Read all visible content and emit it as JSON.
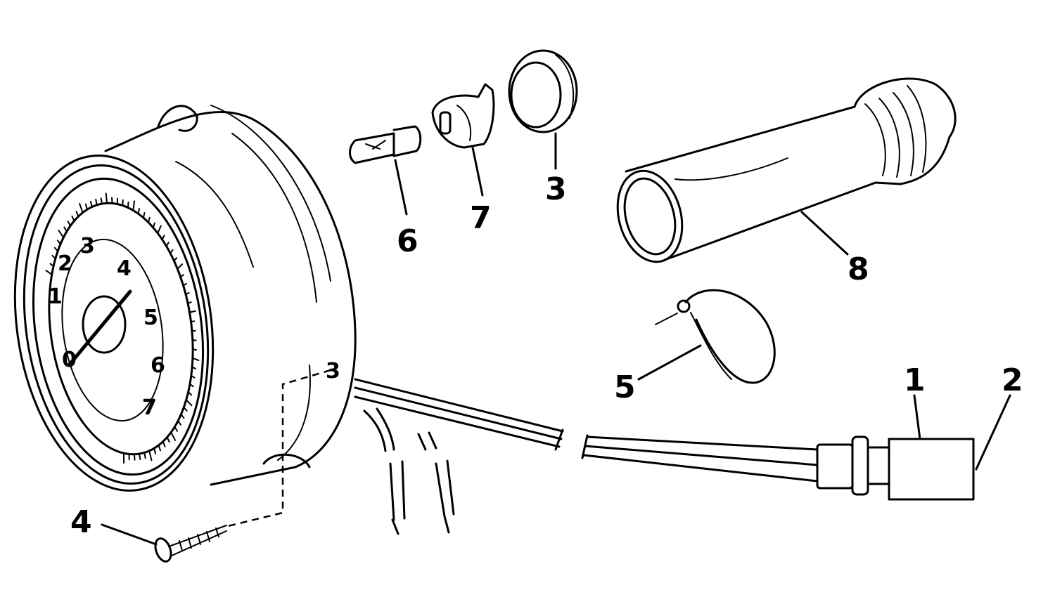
{
  "callouts": {
    "c1": "1",
    "c2": "2",
    "c3": "3",
    "c4": "4",
    "c5": "5",
    "c6": "6",
    "c7": "7",
    "c8": "8"
  },
  "dial_numbers": {
    "n0": "0",
    "n1": "1",
    "n2": "2",
    "n3": "3",
    "n4": "4",
    "n5": "5",
    "n6": "6",
    "n7": "7"
  },
  "housing_mark": "3",
  "colors": {
    "ink": "#000000",
    "paper": "#ffffff"
  }
}
